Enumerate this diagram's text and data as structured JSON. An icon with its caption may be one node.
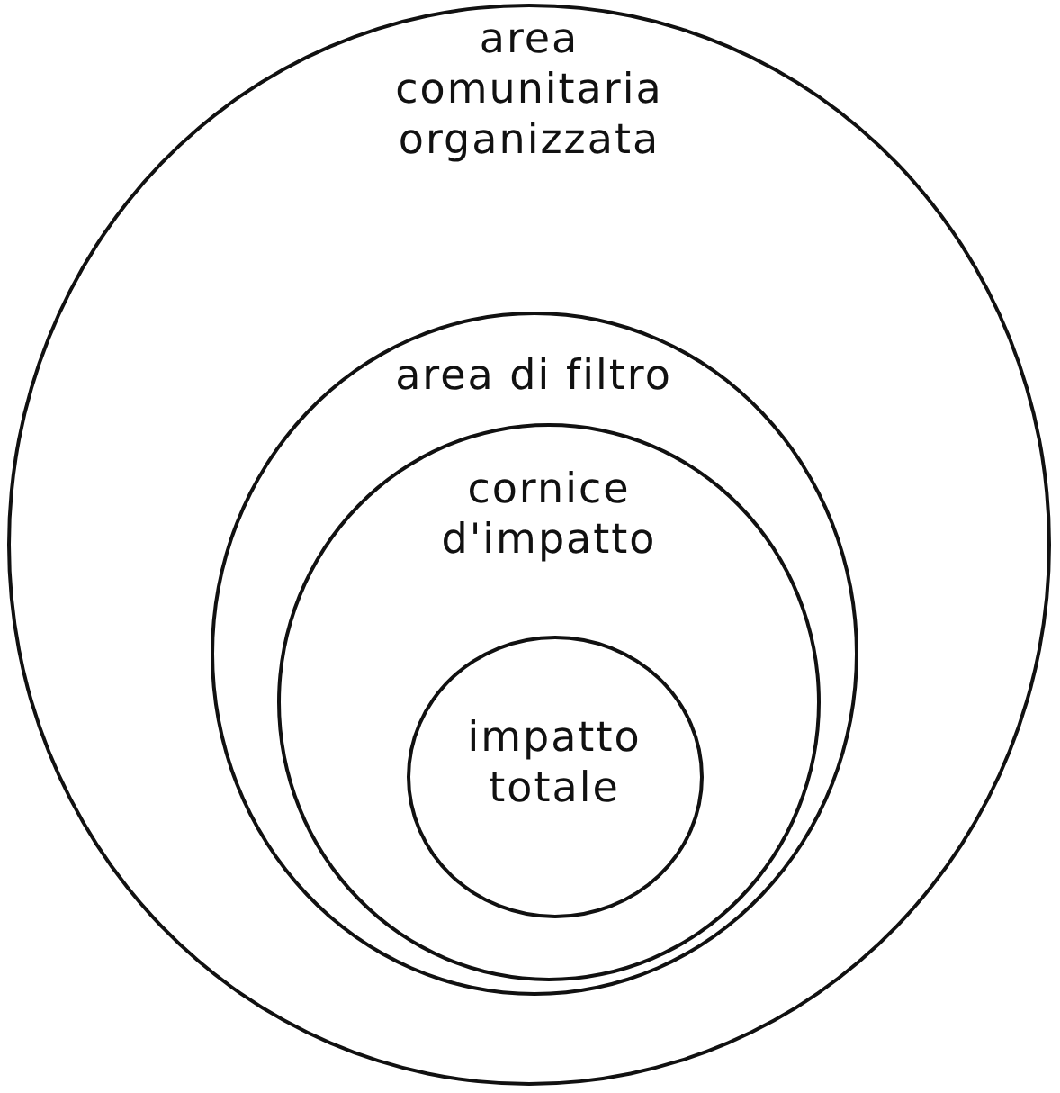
{
  "diagram": {
    "nodes": [
      {
        "text": [
          "area comunitaria organizzata"
        ]
      },
      {
        "text": [
          "area di filtro"
        ],
        "in": 0
      },
      {
        "text": [
          "cornice d'impatto"
        ],
        "in": 1
      },
      {
        "text": [
          "impatto totale"
        ],
        "in": 2
      }
    ]
  }
}
